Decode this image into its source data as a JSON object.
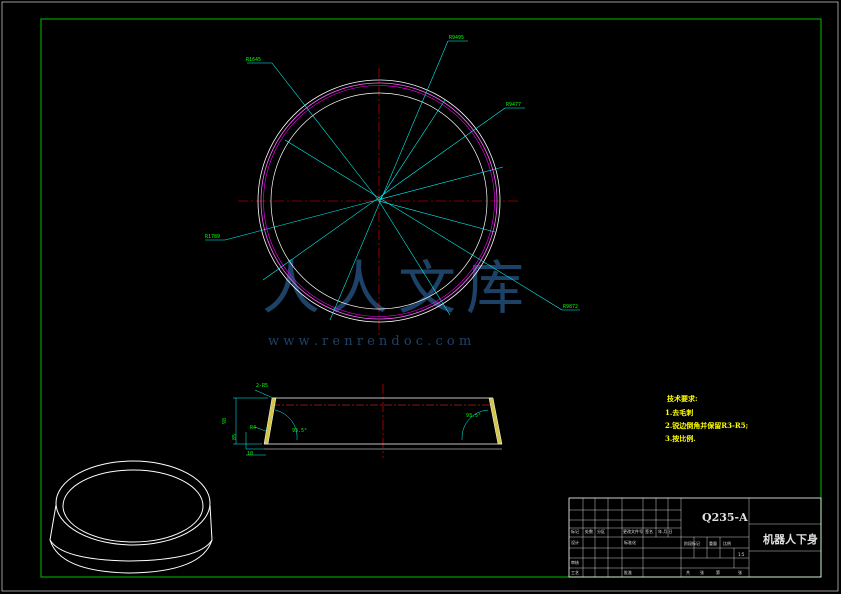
{
  "drawing": {
    "watermark": {
      "cn": "人人文库",
      "url": "w w w . r e n r e n d o c . c o m"
    },
    "top_view_labels": [
      "R1645",
      "R9495",
      "R9477",
      "R1789",
      "R9872"
    ],
    "section_labels": [
      "2-R5",
      "98",
      "R4",
      "10",
      "93.5°",
      "93.5°",
      "85"
    ],
    "tech_notes": {
      "title": "技术要求:",
      "items": [
        "1.去毛刺",
        "2.锐边倒角并保留R3-R5;",
        "3.按比例."
      ]
    },
    "title_block": {
      "material": "Q235-A",
      "part_name": "机器人下身",
      "scale": "1:5",
      "small_text": [
        "标记",
        "处数",
        "分区",
        "更改文件号",
        "签名",
        "年.月.日",
        "设计",
        "标准化",
        "审核",
        "工艺",
        "批准",
        "阶段标记",
        "重量",
        "比例",
        "共",
        "张",
        "第",
        "张"
      ]
    },
    "colors": {
      "frame": "#00c000",
      "centerline": "#ff0000",
      "leader": "#00ffff",
      "outline": "#ffffff",
      "inner_ring": "#ff00ff",
      "text": "#00ff00",
      "note": "#ffff00"
    }
  }
}
